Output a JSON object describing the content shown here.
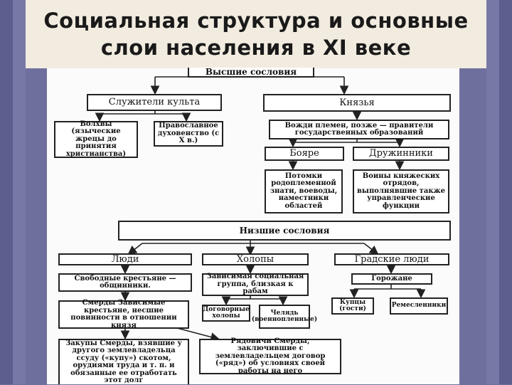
{
  "title": {
    "line1": "Социальная структура и основные",
    "line2": "слои населения в XI веке"
  },
  "diagram": {
    "higher_estates": "Высшие сословия",
    "clergy": "Служители культа",
    "princes": "Князья",
    "volkhvy": "Волхвы (языческие жрецы до принятия христианства)",
    "orthodox_clergy": "Православное духовенство (с X в.)",
    "tribal_leaders": "Вожди племен, позже — правители государственных образований",
    "boyars": "Бояре",
    "druzhinniki": "Дружинники",
    "boyars_desc": "Потомки родоплеменной знати, воеводы, наместники областей",
    "druzhinniki_desc": "Воины княжеских отрядов, выполнявшие также управленческие функции",
    "lower_estates": "Низшие сословия",
    "people": "Люди",
    "kholopy": "Холопы",
    "town_people": "Градские люди",
    "free_peasants": "Свободные крестьяне — общинники.",
    "dependent_group": "Зависимая социальная группа, близкая к рабам",
    "townsfolk": "Горожане",
    "smerdy": "Смерды Зависимые крестьяне, несшие повинности в отношении князя",
    "contract_kholopy": "Договорные холопы",
    "chelyad": "Челядь (военнопленные)",
    "merchants": "Купцы (гости)",
    "artisans": "Ремесленники",
    "zakupy": "Закупы Смерды, взявшие у другого землевладельца ссуду («купу») скотом, орудиями труда и т. п. и обязанные ее отработать этот долг",
    "ryadovichi": "Рядовичи Смерды, заключившие с землевладельцем договор («ряд») об условиях своей работы на него"
  }
}
